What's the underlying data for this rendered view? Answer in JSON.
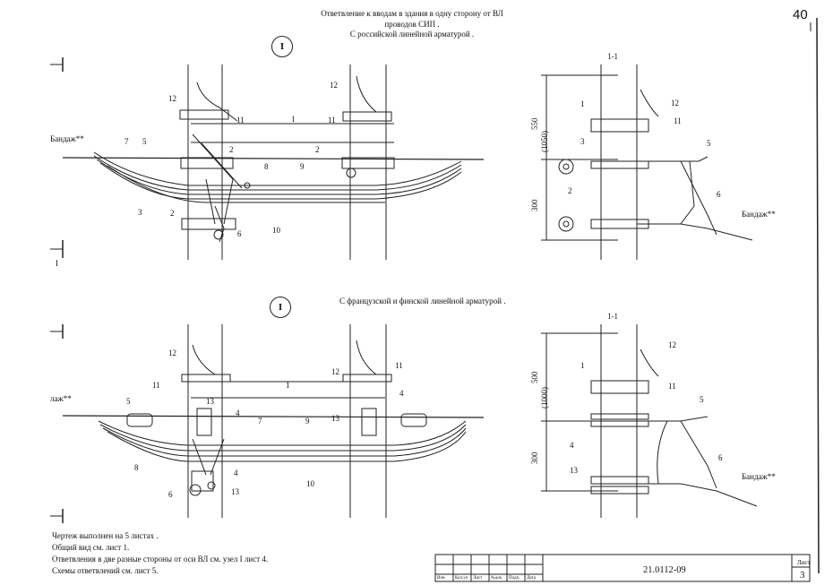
{
  "page_number": "40",
  "title": {
    "line1": "Ответвление к вводам в здания в одну сторону от ВЛ",
    "line2": "проводов СИП .",
    "line3": "С российской линейной арматурой ."
  },
  "section_top": {
    "marker": "I",
    "view_label": "1-1"
  },
  "section_bottom": {
    "marker": "I",
    "caption": "С французской и финской линейной арматурой .",
    "view_label": "1-1"
  },
  "labels": {
    "bandage": "Бандаж**",
    "bandage_cut": "лаж**",
    "marker_left": "I"
  },
  "dimensions_top": {
    "d1": "550",
    "d1b": "(1050)",
    "d2": "300"
  },
  "dimensions_bottom": {
    "d1": "500",
    "d1b": "(1000)",
    "d2": "300"
  },
  "callouts_top_main": [
    "12",
    "11",
    "1",
    "11",
    "12",
    "2",
    "2",
    "7",
    "5",
    "8",
    "9",
    "3",
    "2",
    "6",
    "10"
  ],
  "callouts_top_side": [
    "1",
    "12",
    "3",
    "11",
    "5",
    "2",
    "6"
  ],
  "callouts_bottom_main": [
    "12",
    "12",
    "11",
    "1",
    "11",
    "4",
    "13",
    "5",
    "4",
    "7",
    "9",
    "13",
    "8",
    "10",
    "4",
    "6",
    "13"
  ],
  "callouts_bottom_side": [
    "1",
    "12",
    "11",
    "5",
    "4",
    "6",
    "13"
  ],
  "notes": [
    "Чертеж выполнен на 5 листах .",
    "Общий вид см. лист 1.",
    "Ответвления в две разные стороны от оси ВЛ см. узел I лист 4.",
    "Схемы ответвлений см. лист 5."
  ],
  "stamp": {
    "doc_number": "21.0112-09",
    "sheet_label": "Лист",
    "sheet_number": "3",
    "cols": [
      "Изм",
      "Кол.уч",
      "Лист",
      "№док",
      "Подп.",
      "Дата"
    ]
  }
}
